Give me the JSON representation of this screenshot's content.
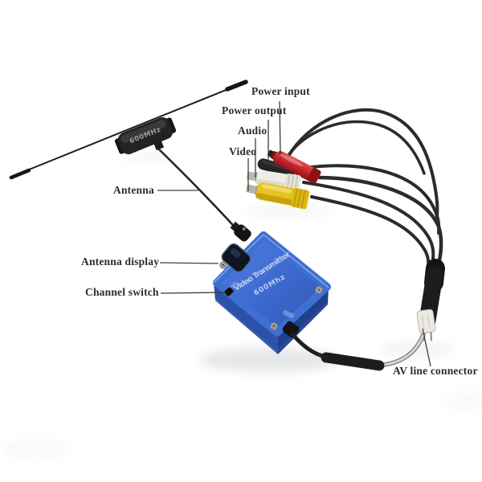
{
  "scene": {
    "description": "Annotated product photo of a wireless video transmitter kit",
    "background_color": "#ffffff"
  },
  "labels": {
    "power_input": "Power input",
    "power_output": "Power output",
    "audio": "Audio",
    "video": "Video",
    "antenna": "Antenna",
    "antenna_display": "Antenna display",
    "channel_switch": "Channel switch",
    "av_line_connector": "AV line connector"
  },
  "device": {
    "print_line1": "Video Transmitter",
    "print_line2": "600Mhz",
    "top_color": "#3e6fd2",
    "side_color_left": "#2c51a8",
    "side_color_right": "#20408c",
    "print_color": "#d5e0f8"
  },
  "antenna_module": {
    "label": "600MHz",
    "body_color": "#232323"
  },
  "connectors": {
    "power_input_color": "#c2272b",
    "power_output_color": "#242424",
    "audio_plug_color": "#efeee6",
    "video_plug_color": "#e9c31c",
    "cable_color": "#2b2b2b",
    "av_connector_color": "#eceae2"
  }
}
